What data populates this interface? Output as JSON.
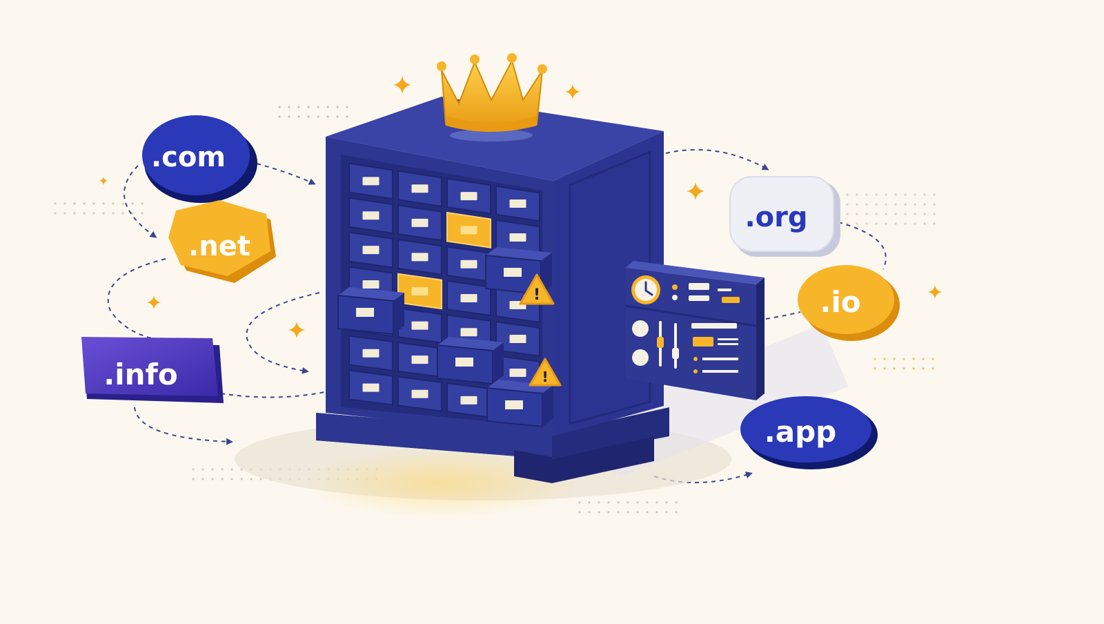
{
  "tlds": [
    ".com",
    ".net",
    ".info",
    ".org",
    ".io",
    ".app"
  ],
  "icons": {
    "crown": "crown-icon",
    "clock": "clock-icon",
    "warning": "warning-icon",
    "sparkle": "sparkle-icon"
  },
  "colors": {
    "background": "#fcf8ef",
    "cabinet": "#2d3691",
    "cabinet_dark": "#242c7d",
    "cabinet_light": "#3b46a8",
    "accent_yellow": "#f5a81b",
    "gold": "#f7b52a",
    "label": "#f3ecd6",
    "dashed_arrow": "#3a4590",
    "org_badge": "#eef0f6",
    "info_badge": "#4b34b5"
  }
}
